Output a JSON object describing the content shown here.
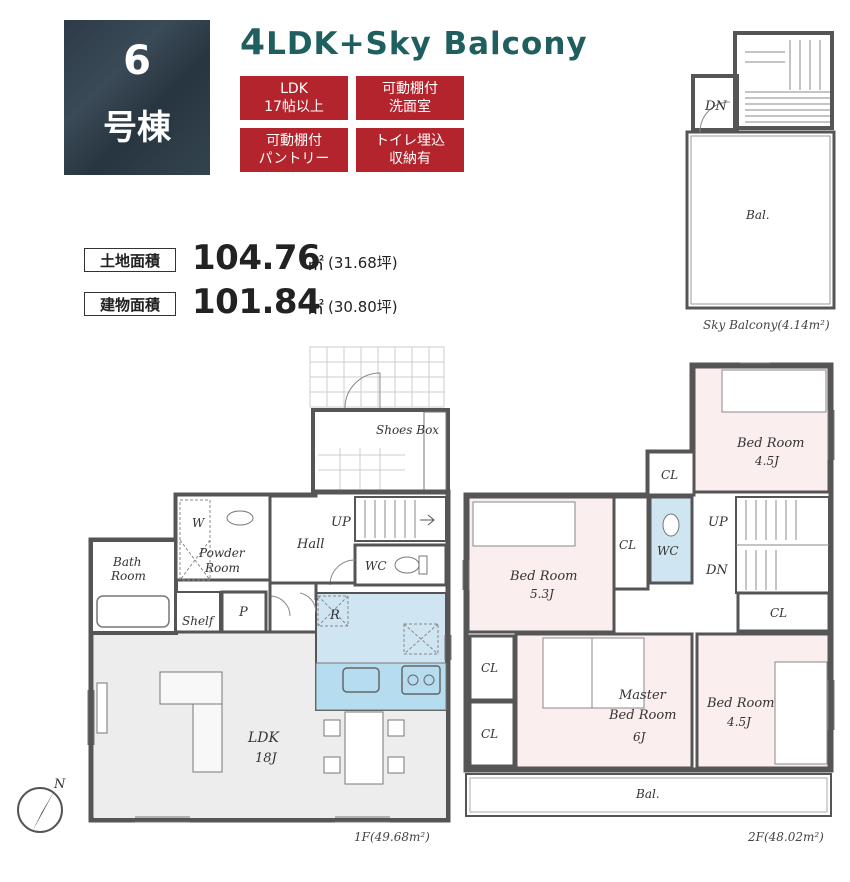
{
  "building": {
    "number": "6",
    "label": "号棟"
  },
  "title": {
    "lead": "4",
    "rest": "LDK+Sky Balcony"
  },
  "tags": [
    {
      "line1": "LDK",
      "line2": "17帖以上"
    },
    {
      "line1": "可動棚付",
      "line2": "洗面室"
    },
    {
      "line1": "可動棚付",
      "line2": "パントリー"
    },
    {
      "line1": "トイレ埋込",
      "line2": "収納有"
    }
  ],
  "areas": {
    "land": {
      "label": "土地面積",
      "value": "104.76",
      "unit": "㎡",
      "tsubo": "(31.68坪)"
    },
    "building": {
      "label": "建物面積",
      "value": "101.84",
      "unit": "㎡",
      "tsubo": "(30.80坪)"
    }
  },
  "floor_labels": {
    "sky": "Sky Balcony(4.14m²)",
    "f1": "1F(49.68m²)",
    "f2": "2F(48.02m²)"
  },
  "rooms": {
    "sky_dn": "DN",
    "sky_bal": "Bal.",
    "shoes_box": "Shoes Box",
    "hall": "Hall",
    "up_1f": "UP",
    "wc_1f": "WC",
    "w": "W",
    "powder_1": "Powder",
    "powder_2": "Room",
    "bath_1": "Bath",
    "bath_2": "Room",
    "shelf": "Shelf",
    "p": "P",
    "r": "R",
    "ldk_1": "LDK",
    "ldk_2": "18J",
    "north": "N",
    "bed_ne_1": "Bed Room",
    "bed_ne_2": "4.5J",
    "cl_top": "CL",
    "bed_w_1": "Bed Room",
    "bed_w_2": "5.3J",
    "cl_mid": "CL",
    "wc_2f": "WC",
    "up_2f": "UP",
    "dn_2f": "DN",
    "cl_right": "CL",
    "cl_left1": "CL",
    "cl_left2": "CL",
    "master_1": "Master",
    "master_2": "Bed Room",
    "master_3": "6J",
    "bed_se_1": "Bed Room",
    "bed_se_2": "4.5J",
    "bal_2f": "Bal."
  },
  "colors": {
    "accent": "#1f5f5f",
    "tag": "#b3242d",
    "kitchen": "#cfe6f2",
    "counter": "#b6dcef",
    "bedroom": "#fbeeee"
  }
}
